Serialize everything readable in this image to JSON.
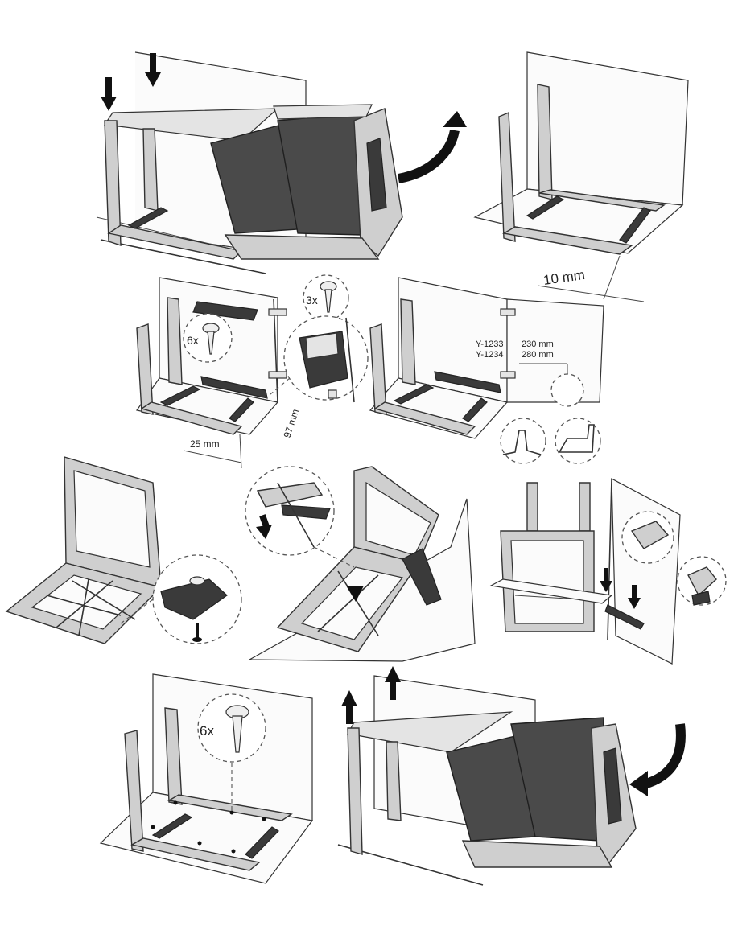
{
  "figure": {
    "step1": {
      "icons": [
        "down-arrow-icon",
        "down-arrow-icon",
        "curved-arrow-icon"
      ]
    },
    "step2": {
      "dimension": "10 mm"
    },
    "step3": {
      "screw_qty_small": "6x",
      "screw_qty_top": "3x",
      "dimension_bottom": "25 mm",
      "dimension_side": "97 mm"
    },
    "step4": {
      "models": [
        {
          "code": "Y-1233",
          "size": "230 mm"
        },
        {
          "code": "Y-1234",
          "size": "280 mm"
        }
      ]
    },
    "step9": {
      "screw_qty": "6x"
    },
    "colors": {
      "frame": "#cfcfcf",
      "bin": "#4a4a4a",
      "line": "#333333",
      "background": "#ffffff"
    }
  }
}
